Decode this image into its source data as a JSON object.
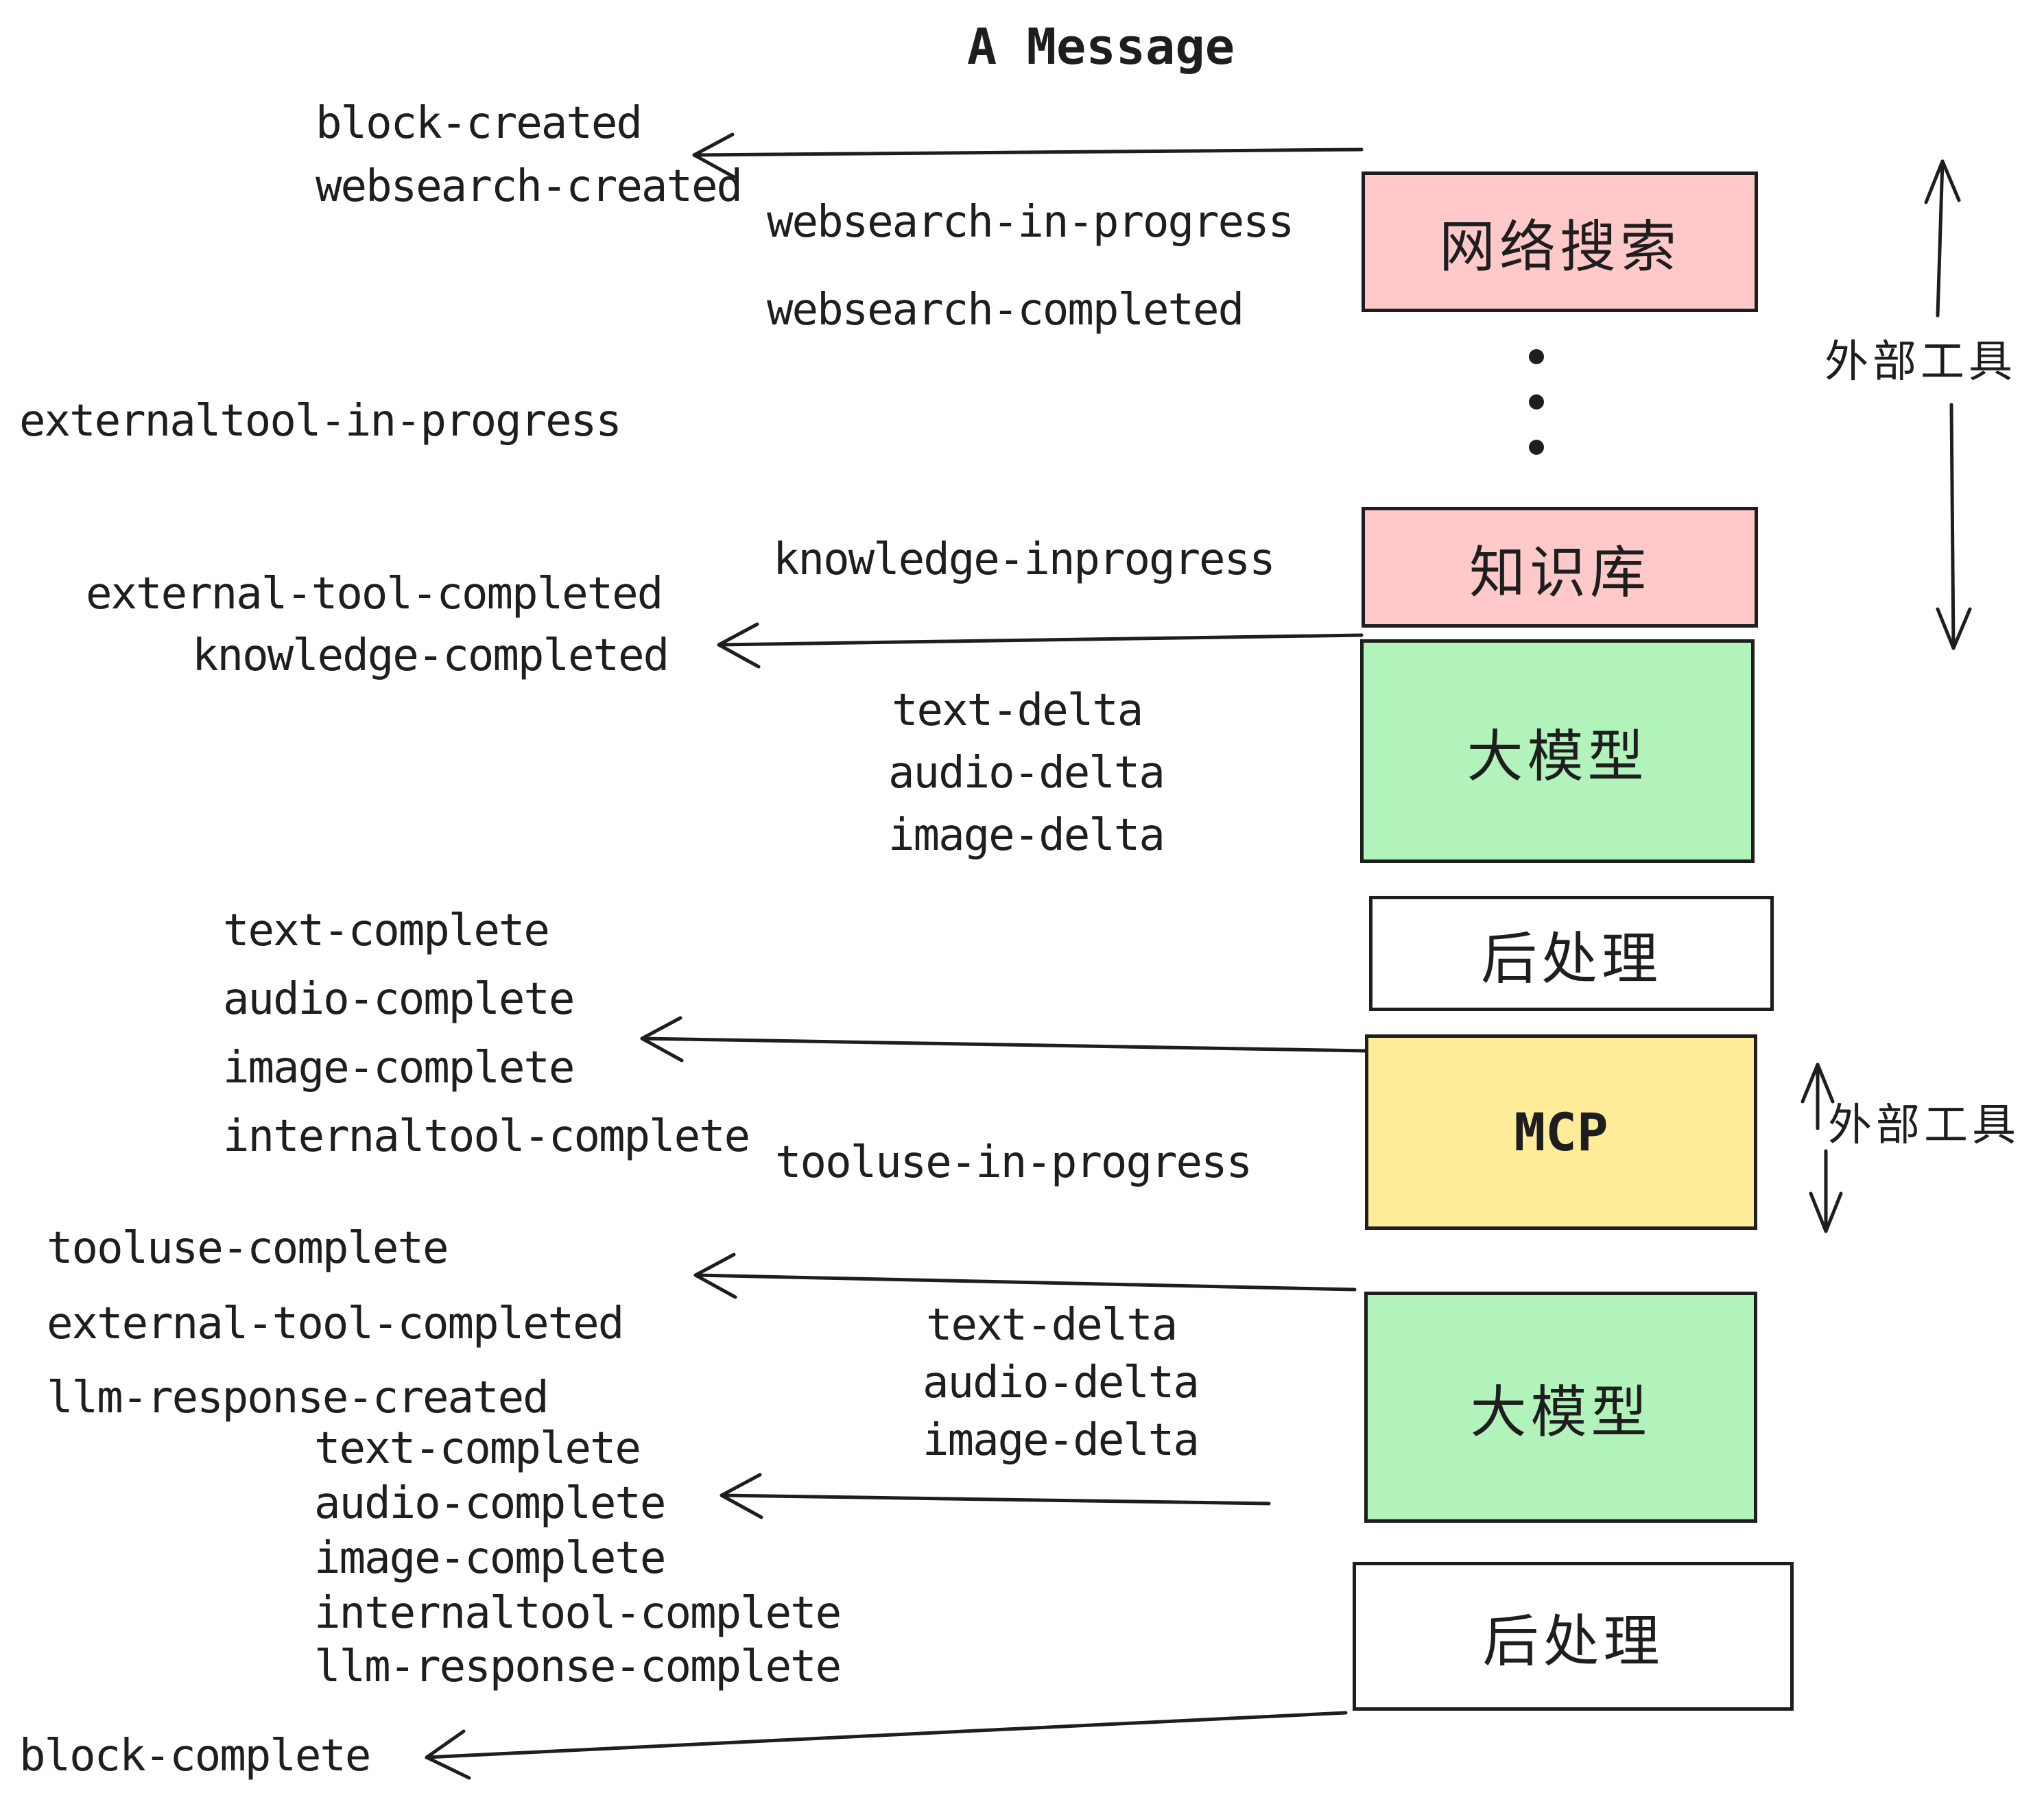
{
  "title": "A Message",
  "colors": {
    "stroke": "#1e1e1e",
    "pink": "#ffc9c9",
    "green": "#b2f2bb",
    "yellow": "#ffec99",
    "white": "#ffffff"
  },
  "boxes": {
    "websearch": {
      "label": "网络搜索"
    },
    "knowledge": {
      "label": "知识库"
    },
    "llm1": {
      "label": "大模型"
    },
    "post1": {
      "label": "后处理"
    },
    "mcp": {
      "label": "MCP"
    },
    "llm2": {
      "label": "大模型"
    },
    "post2": {
      "label": "后处理"
    }
  },
  "annotations": {
    "external_tools_top": "外部工具",
    "external_tools_mid": "外部工具"
  },
  "events": {
    "block_created": "block-created",
    "websearch_created": "websearch-created",
    "websearch_in_progress": "websearch-in-progress",
    "websearch_completed": "websearch-completed",
    "externaltool_in_progress": "externaltool-in-progress",
    "knowledge_inprogress": "knowledge-inprogress",
    "external_tool_completed_1": "external-tool-completed",
    "knowledge_completed": "knowledge-completed",
    "text_delta_1": "text-delta",
    "audio_delta_1": "audio-delta",
    "image_delta_1": "image-delta",
    "text_complete_1": "text-complete",
    "audio_complete_1": "audio-complete",
    "image_complete_1": "image-complete",
    "internaltool_complete_1": "internaltool-complete",
    "tooluse_in_progress": "tooluse-in-progress",
    "tooluse_complete": "tooluse-complete",
    "external_tool_completed_2": "external-tool-completed",
    "llm_response_created": "llm-response-created",
    "text_delta_2": "text-delta",
    "audio_delta_2": "audio-delta",
    "image_delta_2": "image-delta",
    "text_complete_2": "text-complete",
    "audio_complete_2": "audio-complete",
    "image_complete_2": "image-complete",
    "internaltool_complete_2": "internaltool-complete",
    "llm_response_complete": "llm-response-complete",
    "block_complete": "block-complete"
  }
}
